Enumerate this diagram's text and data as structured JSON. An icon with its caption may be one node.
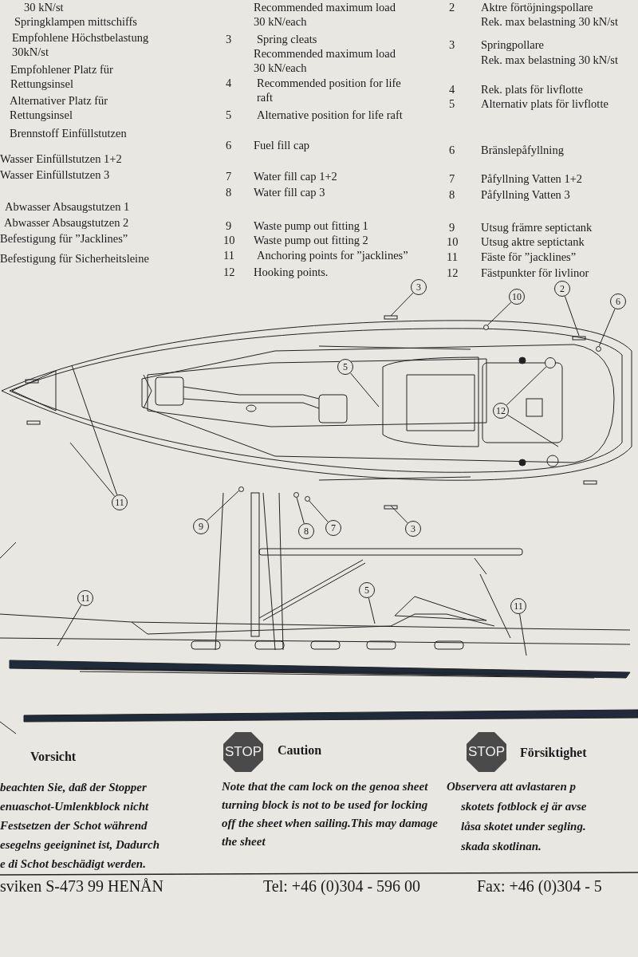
{
  "diagram": {
    "nodes": [
      {
        "text": [
          "3"
        ]
      },
      {
        "text": [
          "10"
        ]
      },
      {
        "text": [
          "2"
        ]
      },
      {
        "text": [
          "6"
        ]
      },
      {
        "text": [
          "5"
        ]
      },
      {
        "text": [
          "12"
        ]
      },
      {
        "text": [
          "11"
        ]
      },
      {
        "text": [
          "9"
        ]
      },
      {
        "text": [
          "8"
        ]
      },
      {
        "text": [
          "7"
        ]
      },
      {
        "text": [
          "3"
        ]
      },
      {
        "text": [
          "11"
        ]
      },
      {
        "text": [
          "5"
        ]
      },
      {
        "text": [
          "11"
        ]
      },
      {
        "text": [],
        "shape": "circle"
      },
      {
        "text": [],
        "shape": "circle"
      },
      {
        "text": [],
        "shape": "circle"
      },
      {
        "text": [],
        "shape": "circle"
      },
      {
        "text": [],
        "shape": "circle"
      },
      {
        "text": [],
        "shape": "circle"
      }
    ],
    "edges": [
      {
        "from": 0,
        "to": null,
        "arrow": "none"
      },
      {
        "from": 1,
        "to": 17,
        "arrow": "none"
      },
      {
        "from": 2,
        "to": null,
        "arrow": "none"
      },
      {
        "from": 3,
        "to": 19,
        "arrow": "none"
      },
      {
        "from": 4,
        "to": null,
        "arrow": "none"
      },
      {
        "from": 5,
        "to": 18,
        "arrow": "none"
      },
      {
        "from": 5,
        "to": null,
        "arrow": "none"
      },
      {
        "from": 6,
        "to": null,
        "arrow": "none"
      },
      {
        "from": 6,
        "to": null,
        "arrow": "none"
      },
      {
        "from": 7,
        "to": 14,
        "arrow": "none"
      },
      {
        "from": 8,
        "to": 15,
        "arrow": "none"
      },
      {
        "from": 9,
        "to": 16,
        "arrow": "none"
      },
      {
        "from": 10,
        "to": null,
        "arrow": "none"
      },
      {
        "from": 11,
        "to": null,
        "arrow": "none"
      },
      {
        "from": 12,
        "to": null,
        "arrow": "none"
      },
      {
        "from": 13,
        "to": null,
        "arrow": "none"
      }
    ],
    "labels": [
      "30 kN/st",
      "Springklampen mittschiffs",
      "Empfohlene Höchstbelastung 30kN/st",
      "Empfohlener Platz für Rettungsinsel",
      "Alternativer Platz für Rettungsinsel",
      "Brennstoff Einfüllstutzen",
      "Wasser Einfüllstutzen 1+2",
      "Wasser Einfüllstutzen 3",
      "Abwasser Absaugstutzen 1",
      "Abwasser Absaugstutzen 2",
      "Befestigung für ”Jacklines”",
      "Befestigung für Sicherheitsleine",
      "Recommended maximum load 30 kN/each",
      "3",
      "Spring cleats",
      "Recommended maximum load 30 kN/each",
      "4",
      "Recommended position for life raft",
      "5",
      "Alternative position for life raft",
      "6",
      "Fuel fill cap",
      "7",
      "Water fill cap 1+2",
      "8",
      "Water fill cap 3",
      "9",
      "Waste pump out fitting 1",
      "10",
      "Waste pump out fitting 2",
      "11",
      "Anchoring points for ”jacklines”",
      "12",
      "Hooking points.",
      "2",
      "Aktre förtöjningspollare",
      "Rek. max belastning 30 kN/st",
      "3",
      "Springpollare",
      "Rek. max belastning 30 kN/st",
      "4",
      "Rek. plats för livflotte",
      "5",
      "Alternativ plats för livflotte",
      "6",
      "Bränslepåfyllning",
      "7",
      "Påfyllning Vatten 1+2",
      "8",
      "Påfyllning Vatten 3",
      "9",
      "Utsug främre septictank",
      "10",
      "Utsug aktre septictank",
      "11",
      "Fäste för ”jacklines”",
      "12",
      "Fästpunkter för livlinor",
      "Vorsicht",
      "STOP",
      "Caution",
      "STOP",
      "Försiktighet",
      "beachten Sie, daß der Stopper",
      "enuaschot-Umlenkblock nicht",
      "Festsetzen der Schot während",
      "esegelns geeigninet ist, Dadurch",
      "e di Schot beschädigt werden.",
      "Note that the cam lock on the genoa sheet turning block is not to be used for locking off the sheet when sailing.This may damage the sheet",
      "Observera att avlastaren p",
      "skotets fotblock ej är avse",
      "låsa skotet under segling.",
      "skada skotlinan.",
      "sviken S-473 99 HENÅN",
      "Tel: +46 (0)304 - 596 00",
      "Fax: +46 (0)304 - 5"
    ]
  }
}
